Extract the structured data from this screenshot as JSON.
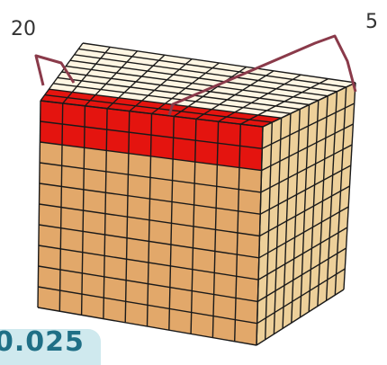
{
  "figure": {
    "callouts": {
      "left_count": "20",
      "right_count": "5"
    },
    "result_text": "0.025",
    "cube": {
      "grid_size": 10,
      "highlighted_rows": 2,
      "colors": {
        "top_face": "#fff6e3",
        "front_face": "#e2a86a",
        "side_face": "#edd09a",
        "highlight": "#e4140f",
        "grid_lines": "#1a1a1a",
        "bracket": "#8a3a4a"
      }
    }
  }
}
